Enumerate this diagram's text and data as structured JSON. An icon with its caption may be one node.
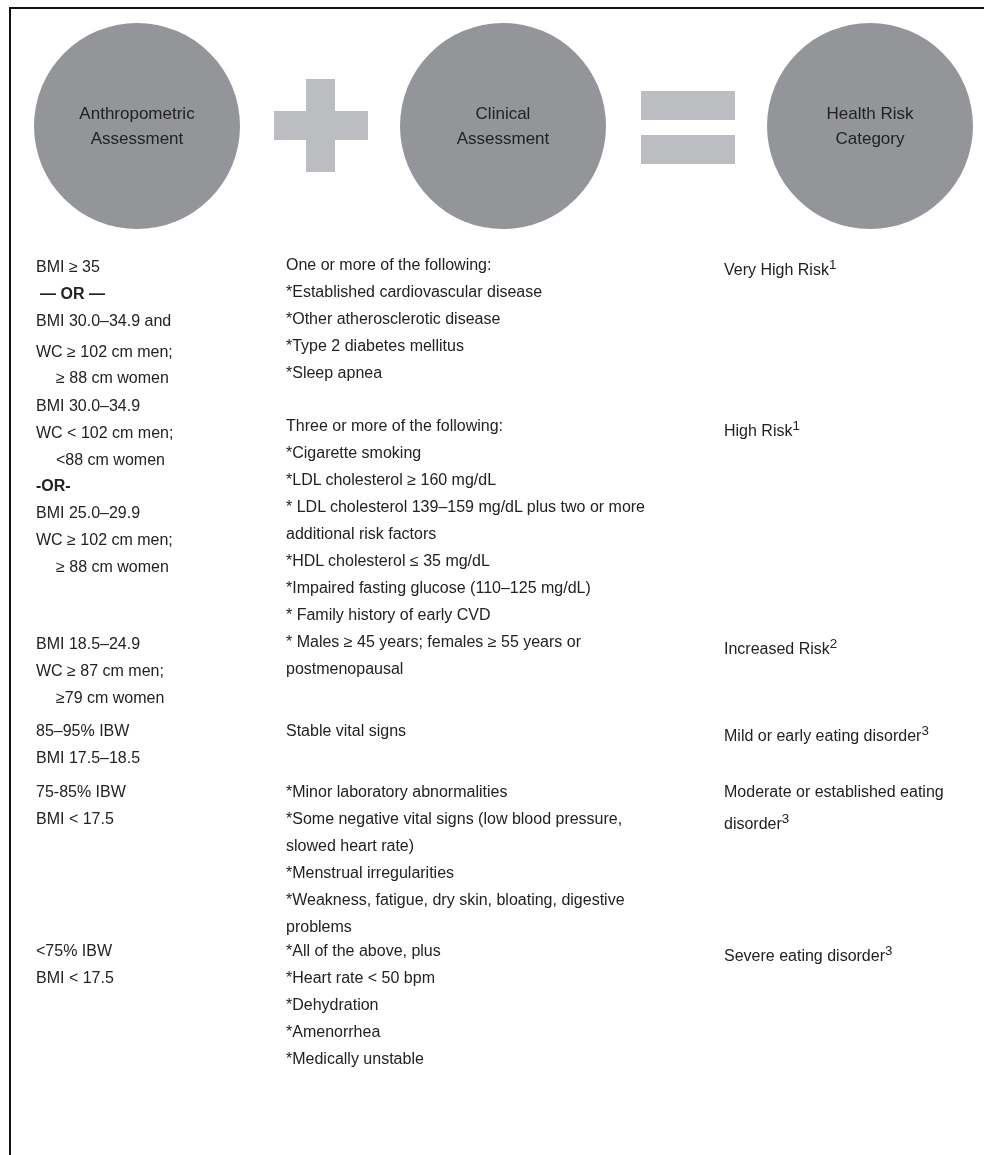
{
  "diagram": {
    "nodes": [
      {
        "text": [
          "Anthropometric Assessment"
        ]
      },
      {
        "text": [
          "Clinical Assessment"
        ]
      },
      {
        "text": [
          "Health Risk Category"
        ]
      }
    ],
    "labels": [
      "BMI ≥ 35",
      "— OR —",
      "BMI 30.0–34.9 and",
      "WC ≥ 102 cm men;",
      "≥ 88 cm women",
      "One or more of the following:",
      "*Established cardiovascular disease",
      "*Other atherosclerotic disease",
      "*Type 2 diabetes mellitus",
      "*Sleep apnea",
      "Very High Risk$^{1}$",
      "BMI 30.0–34.9",
      "WC < 102 cm men;",
      "<88 cm women",
      "-OR-",
      "BMI 25.0–29.9",
      "WC ≥ 102 cm men;",
      "≥ 88 cm women",
      "Three or more of the following:",
      "*Cigarette smoking",
      "*LDL cholesterol ≥ 160 mg/dL",
      "* LDL cholesterol 139–159 mg/dL plus two or more additional risk factors",
      "*HDL cholesterol ≤ 35 mg/dL",
      "*Impaired fasting glucose (110–125 mg/dL)",
      "* Family history of early CVD",
      "* Males ≥ 45 years; females ≥ 55 years or postmenopausal",
      "High Risk$^{1}$",
      "BMI 18.5–24.9",
      "WC ≥ 87 cm men;",
      "≥79 cm women",
      "Increased Risk$^{2}$",
      "85–95% IBW",
      "BMI 17.5–18.5",
      "Stable vital signs",
      "Mild or early eating disorder$^{3}$",
      "75-85% IBW",
      "BMI < 17.5",
      "*Minor laboratory abnormalities",
      "*Some negative vital signs (low blood pressure, slowed heart rate)",
      "*Menstrual irregularities",
      "*Weakness, fatigue, dry skin, bloating, digestive problems",
      "Moderate or established eating disorder$^{3}$",
      "<75% IBW",
      "BMI < 17.5",
      "*All of the above, plus",
      "*Heart rate < 50 bpm",
      "*Dehydration",
      "*Amenorrhea",
      "*Medically unstable",
      "Severe eating disorder$^{3}$"
    ]
  }
}
